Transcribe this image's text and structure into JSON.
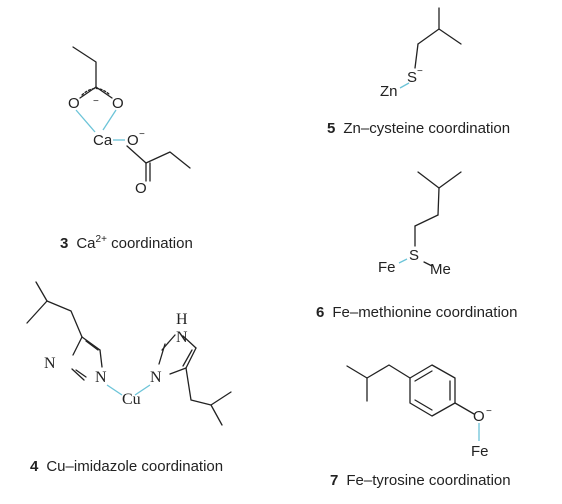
{
  "panels": [
    {
      "id": "ca",
      "number": "3",
      "caption_text": "Ca",
      "caption_sup": "2+",
      "caption_rest": " coordination",
      "atoms": {
        "metal": "Ca",
        "o1": "O",
        "o2": "O",
        "o3": "O",
        "o4": "O"
      },
      "charges": {
        "o_delocalized": "−",
        "o_anion": "−"
      }
    },
    {
      "id": "cu",
      "number": "4",
      "caption": "Cu–imidazole coordination",
      "atoms": {
        "n_left_outer": "N",
        "n_left_coord": "N",
        "metal": "Cu",
        "n_right_coord": "N",
        "n_right_h": "N",
        "h": "H"
      }
    },
    {
      "id": "zn",
      "number": "5",
      "caption": "Zn–cysteine coordination",
      "atoms": {
        "metal": "Zn",
        "s": "S"
      },
      "charges": {
        "s": "−"
      }
    },
    {
      "id": "fe-met",
      "number": "6",
      "caption": "Fe–methionine coordination",
      "atoms": {
        "metal": "Fe",
        "s": "S",
        "me": "Me"
      }
    },
    {
      "id": "fe-tyr",
      "number": "7",
      "caption": "Fe–tyrosine coordination",
      "atoms": {
        "o": "O",
        "metal": "Fe"
      },
      "charges": {
        "o": "−"
      }
    }
  ],
  "colors": {
    "coordination_bond": "#6cc4d8",
    "bond": "#222222"
  }
}
